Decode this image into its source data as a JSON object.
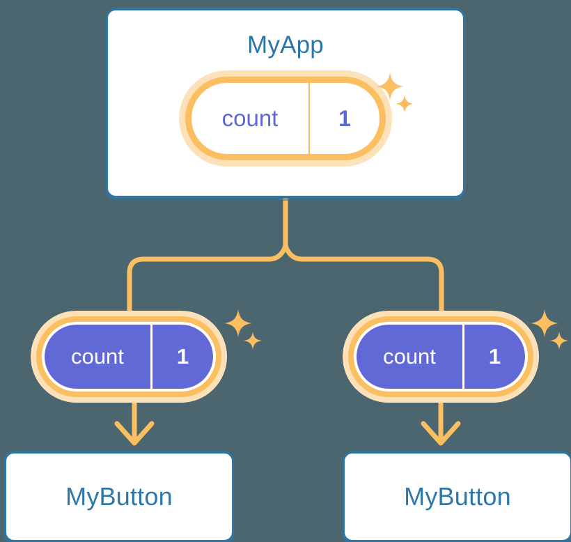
{
  "diagram": {
    "title_color": "#2d77a8",
    "accent_orange": "#fbbe61",
    "accent_orange_pale": "#fde2b9",
    "state_purple": "#6169d6",
    "background": "#4c666f"
  },
  "app": {
    "title": "MyApp",
    "state": {
      "key": "count",
      "value": "1"
    }
  },
  "children": [
    {
      "state": {
        "key": "count",
        "value": "1"
      },
      "button_label": "MyButton"
    },
    {
      "state": {
        "key": "count",
        "value": "1"
      },
      "button_label": "MyButton"
    }
  ],
  "icons": {
    "sparkle_large": "sparkle-icon",
    "sparkle_small": "sparkle-small-icon",
    "arrow_down": "arrow-down-icon"
  }
}
